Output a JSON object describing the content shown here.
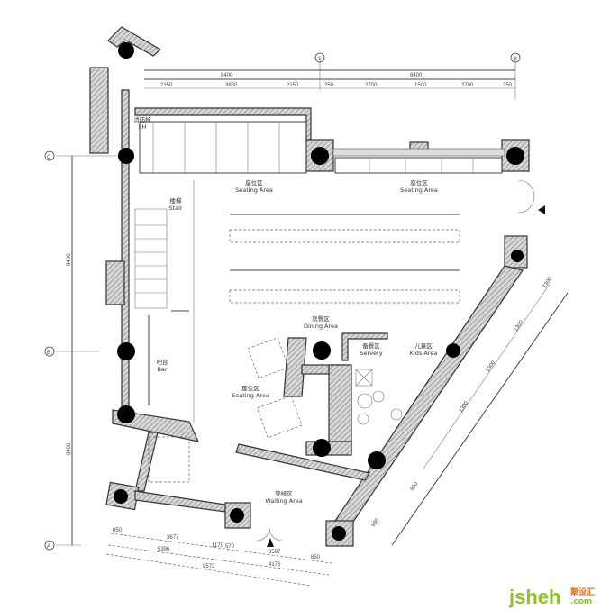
{
  "plan": {
    "axes": {
      "top_mid": "①",
      "top_right": "⑦",
      "left_top": "C",
      "left_mid": "B",
      "left_bottom": "A"
    },
    "dims_top_overall": [
      "8400",
      "8400"
    ],
    "dims_top_detail": [
      "2150",
      "3850",
      "2150",
      "250",
      "2700",
      "1500",
      "2700",
      "250"
    ],
    "dims_left": [
      "8400",
      "8400"
    ],
    "dims_bottom_row1": [
      "850",
      "3677",
      "1170",
      "570",
      "3597",
      "850"
    ],
    "dims_bottom_row2": [
      "5396",
      "4176"
    ],
    "dims_bottom_total": "9572",
    "dims_diagonal": [
      "1300",
      "1300",
      "1300",
      "1300",
      "800",
      "985"
    ],
    "areas": [
      {
        "zh": "座位区",
        "en": "Seating Area"
      },
      {
        "zh": "座位区",
        "en": "Seating Area"
      },
      {
        "zh": "楼梯",
        "en": "Stair"
      },
      {
        "zh": "吧台",
        "en": "Bar"
      },
      {
        "zh": "就餐区",
        "en": "Dining Area"
      },
      {
        "zh": "备餐区",
        "en": "Servery"
      },
      {
        "zh": "儿童区",
        "en": "Kids Area"
      },
      {
        "zh": "座位区",
        "en": "Seating Area"
      },
      {
        "zh": "等候区",
        "en": "Waiting Area"
      },
      {
        "zh": "消防栓",
        "en": "FH"
      }
    ]
  },
  "watermark": {
    "brand": "jsheh",
    "cn": "聚设汇",
    ".com": ".com"
  }
}
